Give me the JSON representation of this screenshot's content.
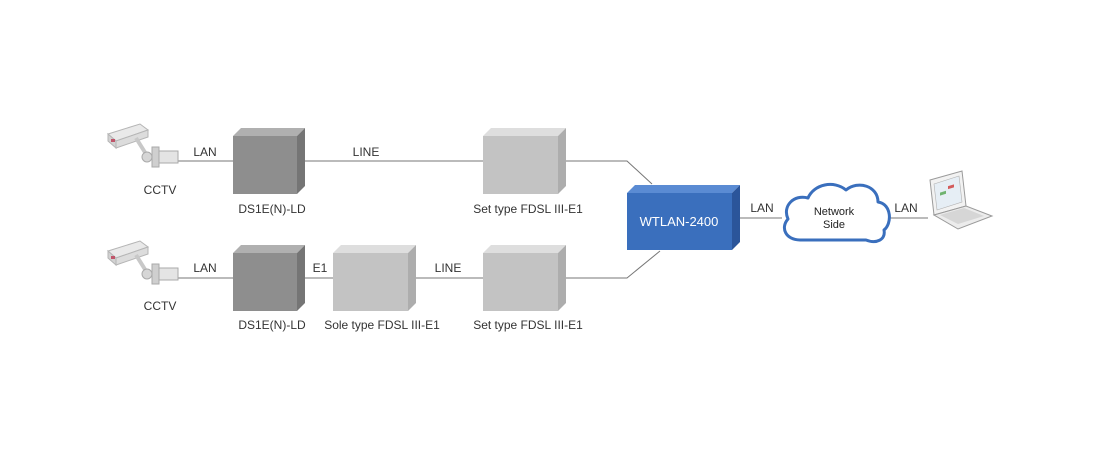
{
  "colors": {
    "dark_box": "#8e8e8e",
    "light_box": "#c3c3c3",
    "hub": "#3a6fbd",
    "cloud_stroke": "#3a6fbd",
    "wire": "#777777"
  },
  "top_row": {
    "camera_label": "CCTV",
    "link1_label": "LAN",
    "device1_label": "DS1E(N)-LD",
    "link2_label": "LINE",
    "device2_label": "Set type FDSL III-E1"
  },
  "bottom_row": {
    "camera_label": "CCTV",
    "link1_label": "LAN",
    "device1_label": "DS1E(N)-LD",
    "link2_label": "E1",
    "device2_label": "Sole type FDSL III-E1",
    "link3_label": "LINE",
    "device3_label": "Set type FDSL III-E1"
  },
  "hub": {
    "label": "WTLAN-2400"
  },
  "uplink_label": "LAN",
  "cloud": {
    "line1": "Network",
    "line2": "Side"
  },
  "client_link_label": "LAN",
  "icons": [
    "cctv-camera-icon",
    "laptop-icon",
    "cloud-icon"
  ]
}
